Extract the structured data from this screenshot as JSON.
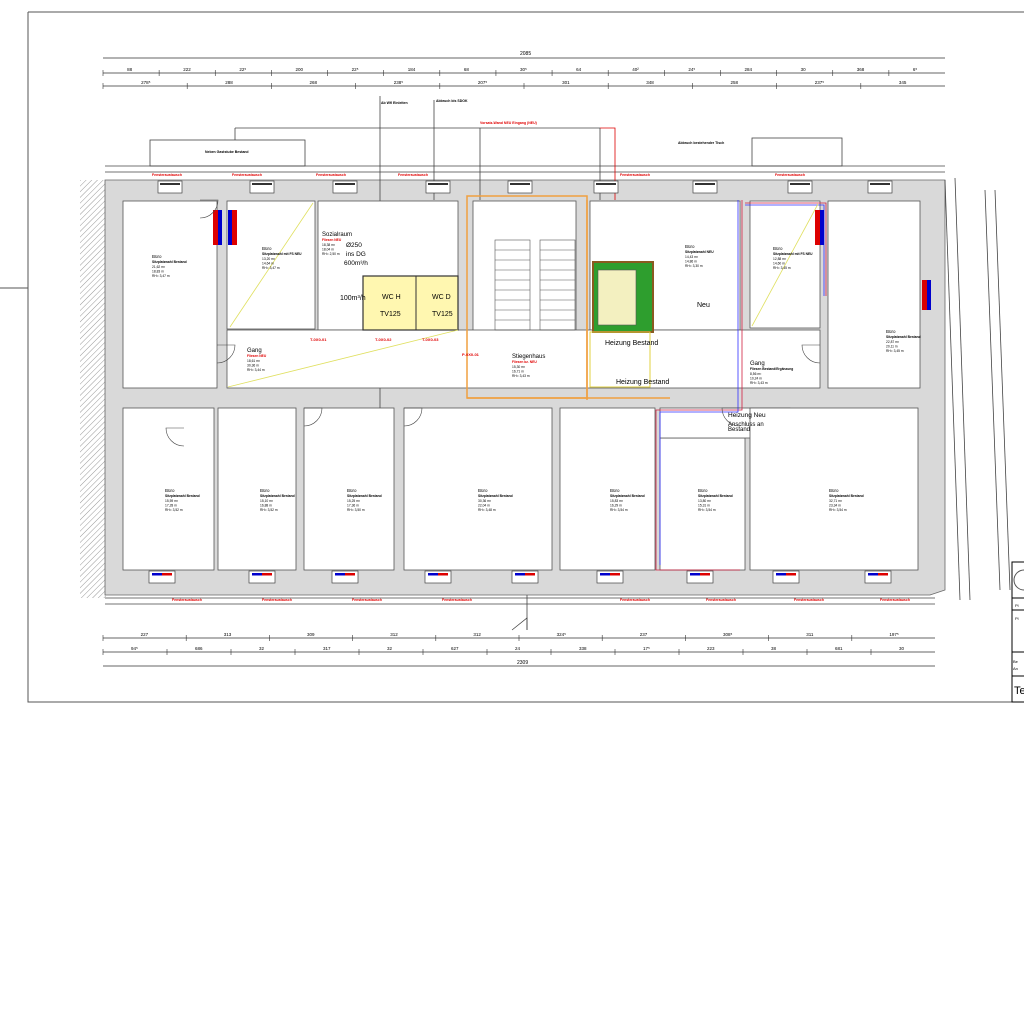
{
  "drawing": {
    "overall_top": "2085",
    "overall_bottom": "2309",
    "dims_top_1": [
      "88",
      "222",
      "22⁵",
      "200",
      "22⁵",
      "184",
      "68",
      "30⁵",
      "64",
      "40²",
      "24⁵",
      "284",
      "30",
      "368",
      "6⁵"
    ],
    "dims_top_2": [
      "278⁵",
      "288",
      "268",
      "238⁵",
      "207⁵",
      "301",
      "348",
      "258",
      "237⁵",
      "345"
    ],
    "dims_bottom_1": [
      "227",
      "313",
      "309",
      "312",
      "312",
      "324⁵",
      "237",
      "308⁵",
      "311",
      "197⁵"
    ],
    "dims_bottom_2": [
      "94⁵",
      "686",
      "32",
      "317",
      "32",
      "627",
      "24",
      "338",
      "17⁵",
      "223",
      "38",
      "681",
      "30"
    ],
    "notes_top": {
      "note_a": "Ab Wfl Einleiten",
      "note_b": "Abbruch bis SDOK",
      "note_red": "Vorsatz-Wand NEU Eingang (NEU)",
      "note_gf": "Neben Gaststube Bestand",
      "note_right": "Abbruch bestehender Tisch",
      "window_label": "Fensteraustausch"
    },
    "rooms": [
      {
        "name": "Büro",
        "sub": "Sitzplatzwahl Bestand",
        "area": "21,62 m²",
        "perim": "18,83 m",
        "rh": "RH= 3,47 m"
      },
      {
        "name": "Büro",
        "sub": "Sitzplatzwahl mit FS NEU",
        "area": "13,20 m²",
        "perim": "14,64 m",
        "rh": "RH= 3,47 m"
      },
      {
        "name": "Sozialraum",
        "sub": "Fliesen NEU",
        "area": "18,38 m²",
        "perim": "18,04 m",
        "rh": "RH= 2,50 m"
      },
      {
        "name": "Büro",
        "sub": "Sitzplatzwahl NEU",
        "area": "14,43 m²",
        "perim": "14,86 m",
        "rh": "RH= 3,30 m"
      },
      {
        "name": "Büro",
        "sub": "Sitzplatzwahl mit FS NEU",
        "area": "12,88 m²",
        "perim": "14,60 m",
        "rh": "RH= 3,45 m"
      },
      {
        "name": "Büro",
        "sub": "Sitzplatzwahl Bestand",
        "area": "22,87 m²",
        "perim": "20,11 m",
        "rh": "RH= 3,45 m"
      },
      {
        "name": "Gang",
        "sub": "Fliesen NEU",
        "area": "18,61 m²",
        "perim": "30,36 m",
        "rh": "RH= 3,44 m"
      },
      {
        "name": "Stiegenhaus",
        "sub": "Fliesen bz. NEU",
        "area": "15,30 m²",
        "perim": "16,71 m",
        "rh": "RH= 3,43 m"
      },
      {
        "name": "Gang",
        "sub": "Fliesen Bestand/Ergänzung",
        "area": "8,56 m²",
        "perim": "10,24 m",
        "rh": "RH= 3,43 m"
      },
      {
        "name": "Büro",
        "sub": "Sitzplatzwahl Bestand",
        "area": "15,59 m²",
        "perim": "17,28 m",
        "rh": "RH= 3,52 m"
      },
      {
        "name": "Büro",
        "sub": "Sitzplatzwahl Bestand",
        "area": "15,10 m²",
        "perim": "16,88 m",
        "rh": "RH= 3,52 m"
      },
      {
        "name": "Büro",
        "sub": "Sitzplatzwahl Bestand",
        "area": "15,25 m²",
        "perim": "17,36 m",
        "rh": "RH= 3,50 m"
      },
      {
        "name": "Büro",
        "sub": "Sitzplatzwahl Bestand",
        "area": "30,36 m²",
        "perim": "22,04 m",
        "rh": "RH= 3,48 m"
      },
      {
        "name": "Büro",
        "sub": "Sitzplatzwahl Bestand",
        "area": "15,83 m²",
        "perim": "16,29 m",
        "rh": "RH= 3,54 m"
      },
      {
        "name": "Büro",
        "sub": "Sitzplatzwahl Bestand",
        "area": "13,80 m²",
        "perim": "15,31 m",
        "rh": "RH= 3,54 m"
      },
      {
        "name": "Büro",
        "sub": "Sitzplatzwahl Bestand",
        "area": "32,71 m²",
        "perim": "23,34 m",
        "rh": "RH= 3,54 m"
      }
    ],
    "big_labels": {
      "wch": "WC H",
      "wcd": "WC D",
      "tv1": "TV125",
      "tv2": "TV125",
      "flow1": "Ø250",
      "flow1b": "ins DG",
      "flow1c": "600m³/h",
      "flow2": "100m³/h",
      "heat_existing": "Heizung Bestand",
      "heat_base": "Heizung Bestand",
      "neu": "Neu",
      "heat_new": "Heizung Neu",
      "heat_new2": "Anschluss an",
      "heat_new3": "Bestand",
      "door1": "T-0X0-01",
      "door2": "T-0X0-02",
      "door3": "T-0X0-03",
      "door4": "P-0X0-01"
    },
    "title_block": {
      "row1": "Pl",
      "row2": "Pl",
      "row3": "Be",
      "row4": "An",
      "row5": "Te"
    }
  }
}
